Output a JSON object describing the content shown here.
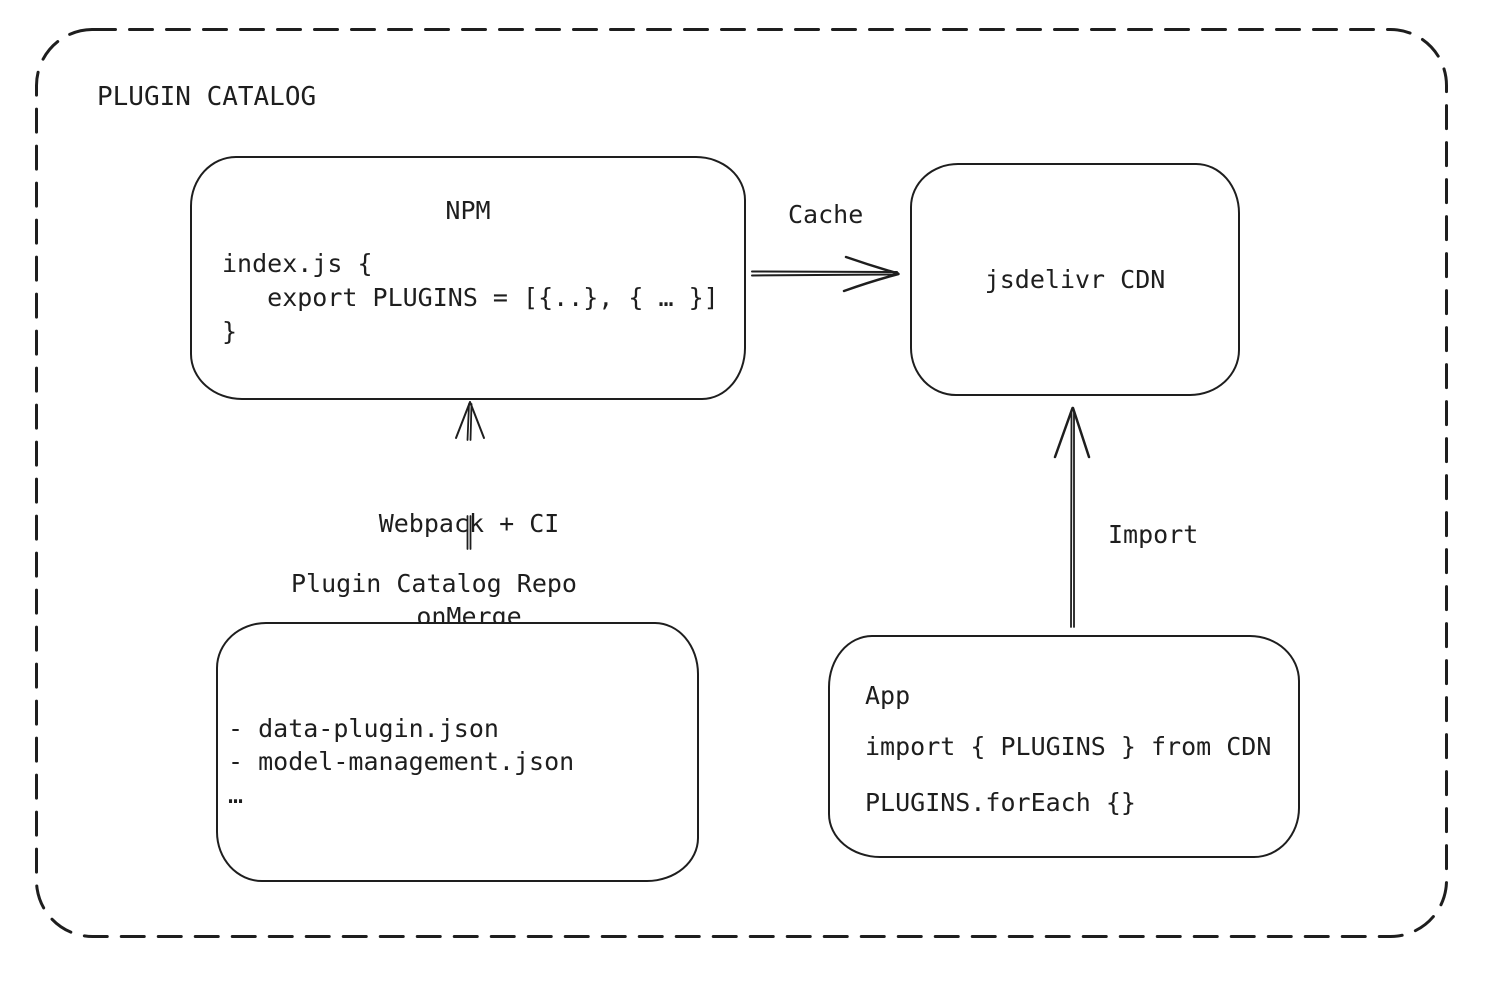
{
  "canvas": {
    "background": "#ffffff",
    "stroke_color": "#1e1e1e"
  },
  "frame": {
    "title": "PLUGIN CATALOG"
  },
  "nodes": {
    "npm": {
      "title": "NPM",
      "code": [
        "index.js {",
        "   export PLUGINS = [{..}, { … }]",
        "}"
      ]
    },
    "cdn": {
      "title": "jsdelivr CDN"
    },
    "repo": {
      "title": "Plugin Catalog Repo",
      "files": [
        "- data-plugin.json",
        "- model-management.json",
        "…"
      ]
    },
    "app": {
      "title": "App",
      "code": [
        "import { PLUGINS } from CDN",
        "PLUGINS.forEach {}"
      ]
    }
  },
  "edges": {
    "cache": {
      "label": "Cache",
      "from": "NPM",
      "to": "jsdelivr CDN"
    },
    "build": {
      "label_lines": [
        "Webpack + CI",
        "onMerge"
      ],
      "from": "Plugin Catalog Repo",
      "to": "NPM"
    },
    "import": {
      "label": "Import",
      "from": "App",
      "to": "jsdelivr CDN"
    }
  }
}
